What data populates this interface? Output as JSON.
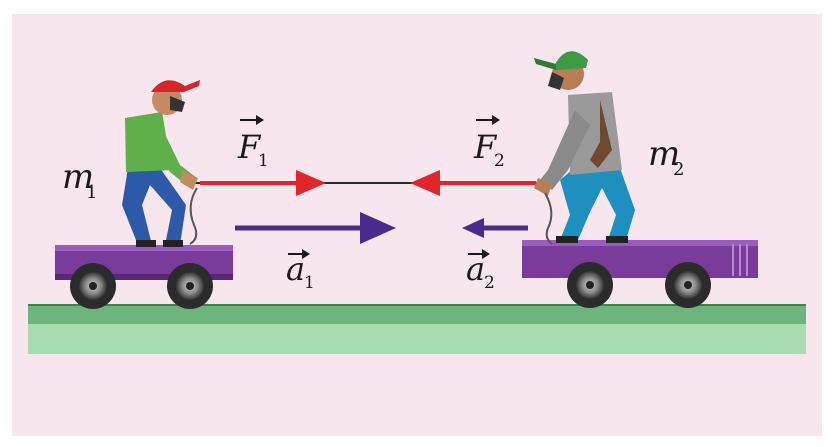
{
  "labels": {
    "m1": {
      "main": "m",
      "sub": "1"
    },
    "m2": {
      "main": "m",
      "sub": "2"
    },
    "F1": {
      "main": "F",
      "sub": "1"
    },
    "F2": {
      "main": "F",
      "sub": "2"
    },
    "a1": {
      "main": "a",
      "sub": "1"
    },
    "a2": {
      "main": "a",
      "sub": "2"
    }
  },
  "colors": {
    "background": "#f8e6ef",
    "force_arrow": "#e0262b",
    "acceleration_arrow": "#4a2a8c",
    "cart": "#7a3c9a",
    "ground_top": "#6db47e",
    "ground_bottom": "#a9dcb1",
    "cap_left": "#d4262b",
    "cap_right": "#3e9a45"
  }
}
